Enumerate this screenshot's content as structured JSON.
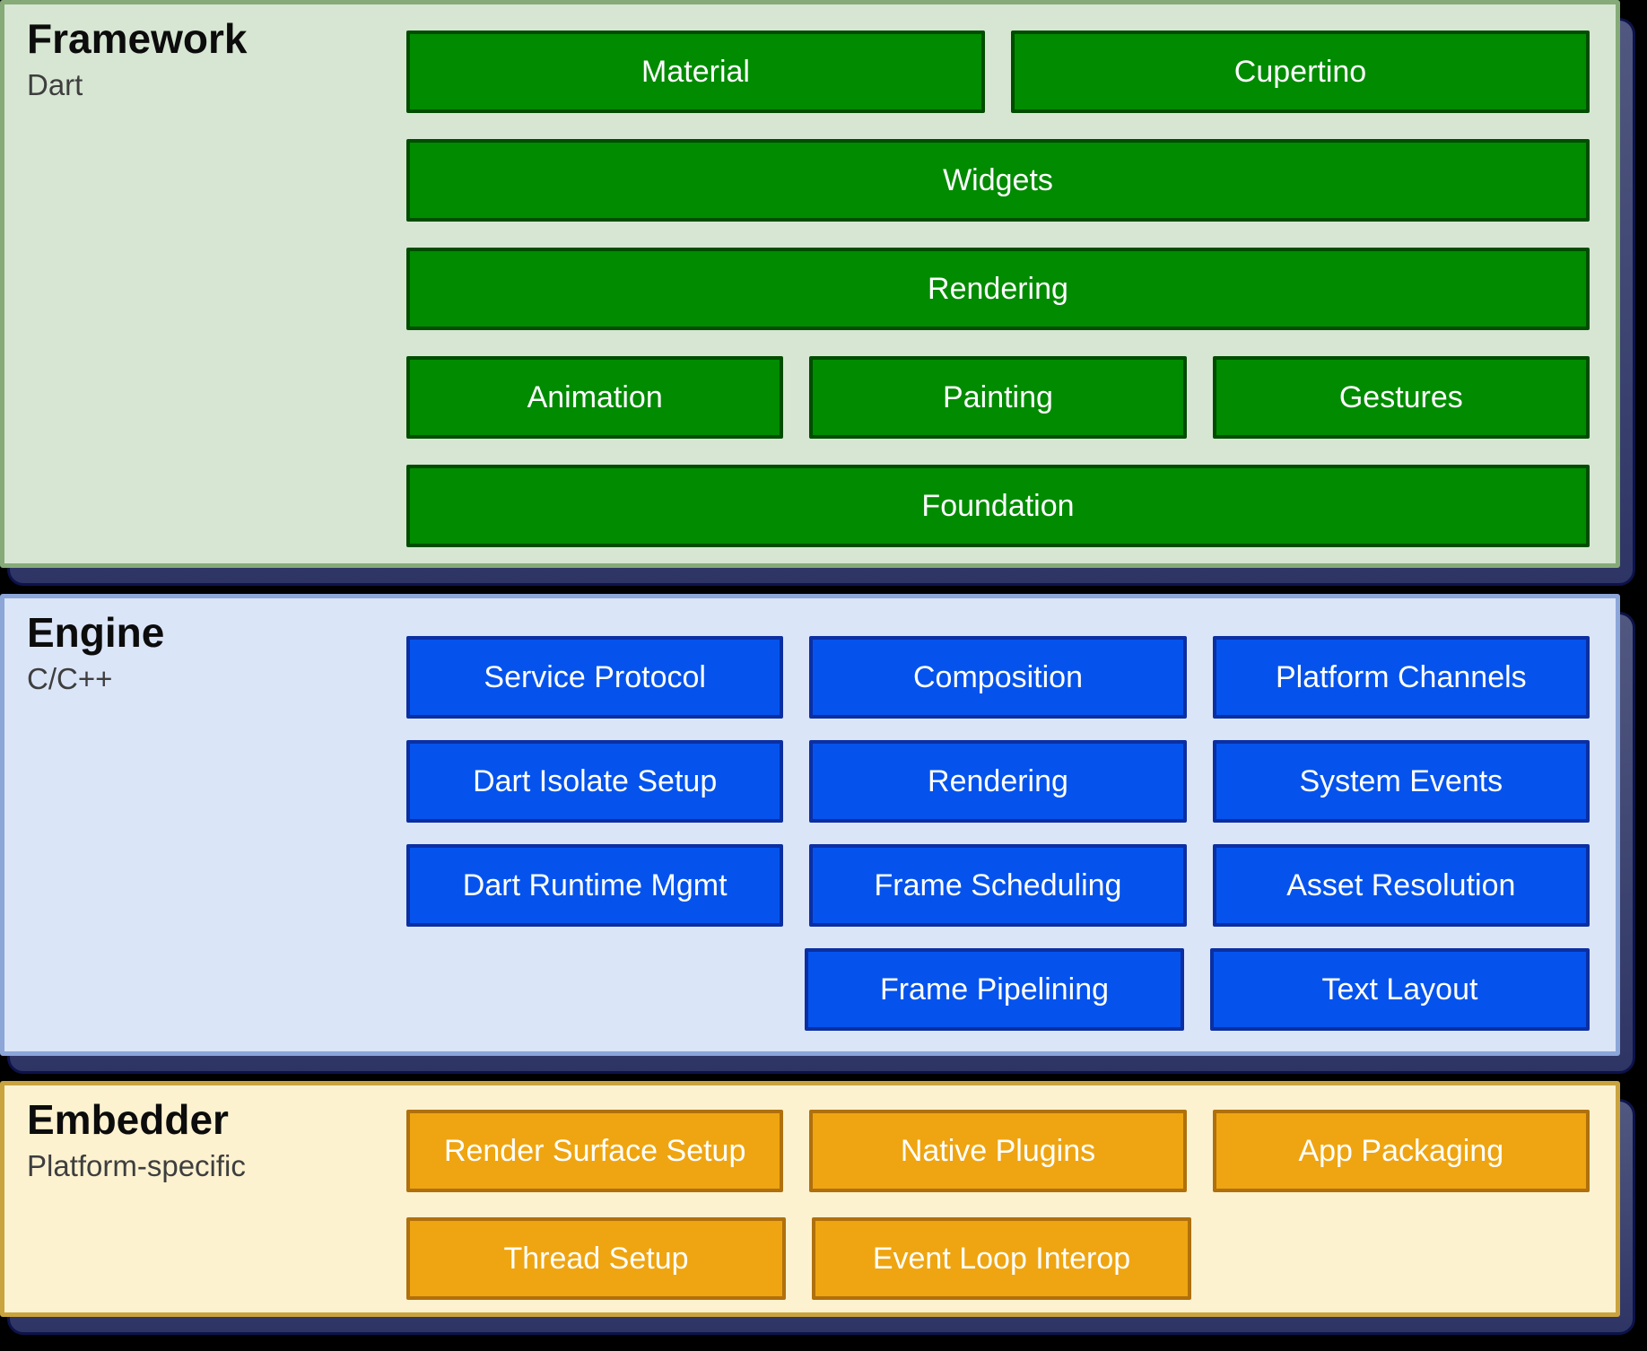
{
  "page": {
    "background": "#000000",
    "shadow_color": "#3c4373",
    "shadow_border": "#0d1349"
  },
  "sections": [
    {
      "id": "framework",
      "title": "Framework",
      "subtitle": "Dart",
      "panel_bg": "#d7e6d3",
      "panel_border": "#86ab79",
      "box_bg": "#008b00",
      "box_border": "#004d00",
      "rows": [
        [
          "Material",
          "Cupertino"
        ],
        [
          "Widgets"
        ],
        [
          "Rendering"
        ],
        [
          "Animation",
          "Painting",
          "Gestures"
        ],
        [
          "Foundation"
        ]
      ]
    },
    {
      "id": "engine",
      "title": "Engine",
      "subtitle": "C/C++",
      "panel_bg": "#dbe5f8",
      "panel_border": "#8ca6d8",
      "box_bg": "#0553ec",
      "box_border": "#0b2fa3",
      "rows": [
        [
          "Service Protocol",
          "Composition",
          "Platform Channels"
        ],
        [
          "Dart Isolate Setup",
          "Rendering",
          "System Events"
        ],
        [
          "Dart Runtime Mgmt",
          "Frame Scheduling",
          "Asset Resolution"
        ],
        [
          null,
          "Frame Pipelining",
          "Text Layout"
        ]
      ]
    },
    {
      "id": "embedder",
      "title": "Embedder",
      "subtitle": "Platform-specific",
      "panel_bg": "#fdf2d0",
      "panel_border": "#c9a33e",
      "box_bg": "#efa511",
      "box_border": "#b0700d",
      "rows": [
        [
          "Render Surface Setup",
          "Native Plugins",
          "App Packaging"
        ],
        [
          "Thread Setup",
          "Event Loop Interop",
          null
        ]
      ]
    }
  ]
}
